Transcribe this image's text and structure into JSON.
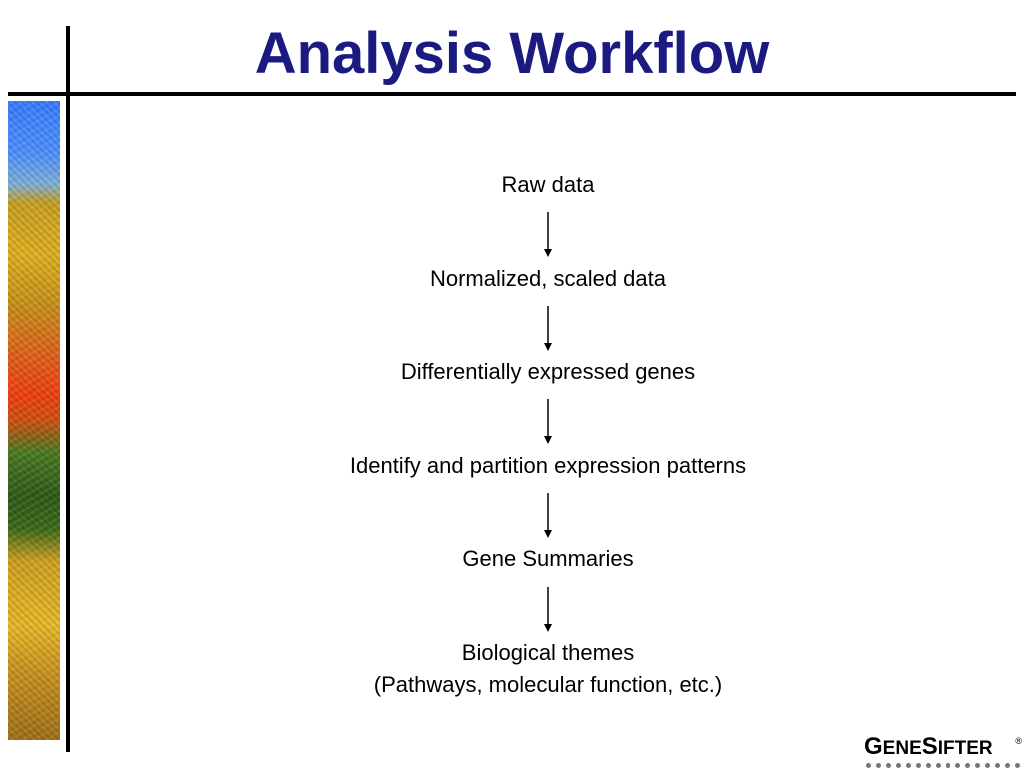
{
  "slide": {
    "title": "Analysis Workflow"
  },
  "workflow": {
    "steps": [
      {
        "label": "Raw data"
      },
      {
        "label": "Normalized, scaled data"
      },
      {
        "label": "Differentially expressed genes"
      },
      {
        "label": "Identify and partition expression patterns"
      },
      {
        "label": "Gene Summaries"
      },
      {
        "label": "Biological themes",
        "sublabel": "(Pathways, molecular function, etc.)"
      }
    ]
  },
  "logo": {
    "g": "G",
    "ene": "ENE",
    "s": "S",
    "ifter": "IFTER",
    "reg": "®"
  },
  "colors": {
    "title": "#1a1a80",
    "rule": "#000000",
    "text": "#000000"
  }
}
